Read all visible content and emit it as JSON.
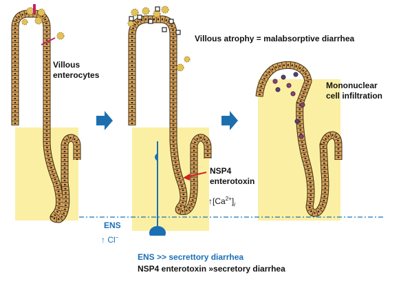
{
  "labels": {
    "villous_enterocytes": [
      "Villous",
      "enterocytes"
    ],
    "villous_atrophy": "Villous atrophy = malabsorptive diarrhea",
    "mononuclear": [
      "Mononuclear",
      "cell infiltration"
    ],
    "nsp4": [
      "NSP4",
      "enterotoxin"
    ],
    "ca_prefix": "↑[Ca",
    "ca_sup": "2+",
    "ca_suffix": "]",
    "ca_sub": "i",
    "ens_left": "ENS",
    "cl_prefix": "↑ Cl",
    "cl_sup": "−",
    "ens_secretory": "ENS >> secrettory diarrhea",
    "nsp4_secretory": "NSP4 enterotoxin »secretory diarrhea"
  },
  "colors": {
    "stroma": "#fbefa4",
    "cell_fill": "#d4a25e",
    "cell_stroke": "#3a2a10",
    "nucleus": "#2a1c0c",
    "virus": "#e3c25a",
    "blue": "#1a6fb5",
    "red_arrow": "#d42020",
    "mononuclear_cell": "#5a3f72",
    "arrow_fill": "#1c6fae"
  }
}
